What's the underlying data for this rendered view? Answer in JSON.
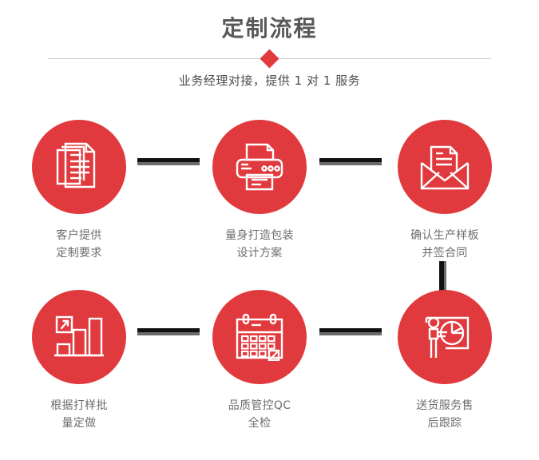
{
  "header": {
    "title": "定制流程",
    "subtitle": "业务经理对接，提供 1 对 1 服务",
    "divider_icon": "diamond-icon"
  },
  "colors": {
    "accent_red": "#e13a3e",
    "title_gray": "#58595b",
    "label_gray": "#6d6e71",
    "connector_black": "#111111",
    "connector_shadow": "#6b6b6b",
    "divider_line": "#c9c9c9",
    "background": "#ffffff"
  },
  "flow": {
    "rows": [
      {
        "steps": [
          {
            "icon": "documents-icon",
            "label_line1": "客户提供",
            "label_line2": "定制要求"
          },
          {
            "icon": "printer-icon",
            "label_line1": "量身打造包装",
            "label_line2": "设计方案"
          },
          {
            "icon": "envelope-icon",
            "label_line1": "确认生产样板",
            "label_line2": "并签合同"
          }
        ],
        "connectors": [
          "arrow-bar-horizontal",
          "arrow-bar-horizontal"
        ]
      },
      {
        "steps": [
          {
            "icon": "bar-chart-growth-icon",
            "label_line1": "根据打样批",
            "label_line2": "量定做"
          },
          {
            "icon": "calendar-check-icon",
            "label_line1": "品质管控QC",
            "label_line2": "全检"
          },
          {
            "icon": "presentation-pie-chart-icon",
            "label_line1": "送货服务售",
            "label_line2": "后跟踪"
          }
        ],
        "connectors": [
          "arrow-bar-horizontal",
          "arrow-bar-horizontal"
        ]
      }
    ],
    "vertical_connector": "arrow-bar-vertical"
  }
}
